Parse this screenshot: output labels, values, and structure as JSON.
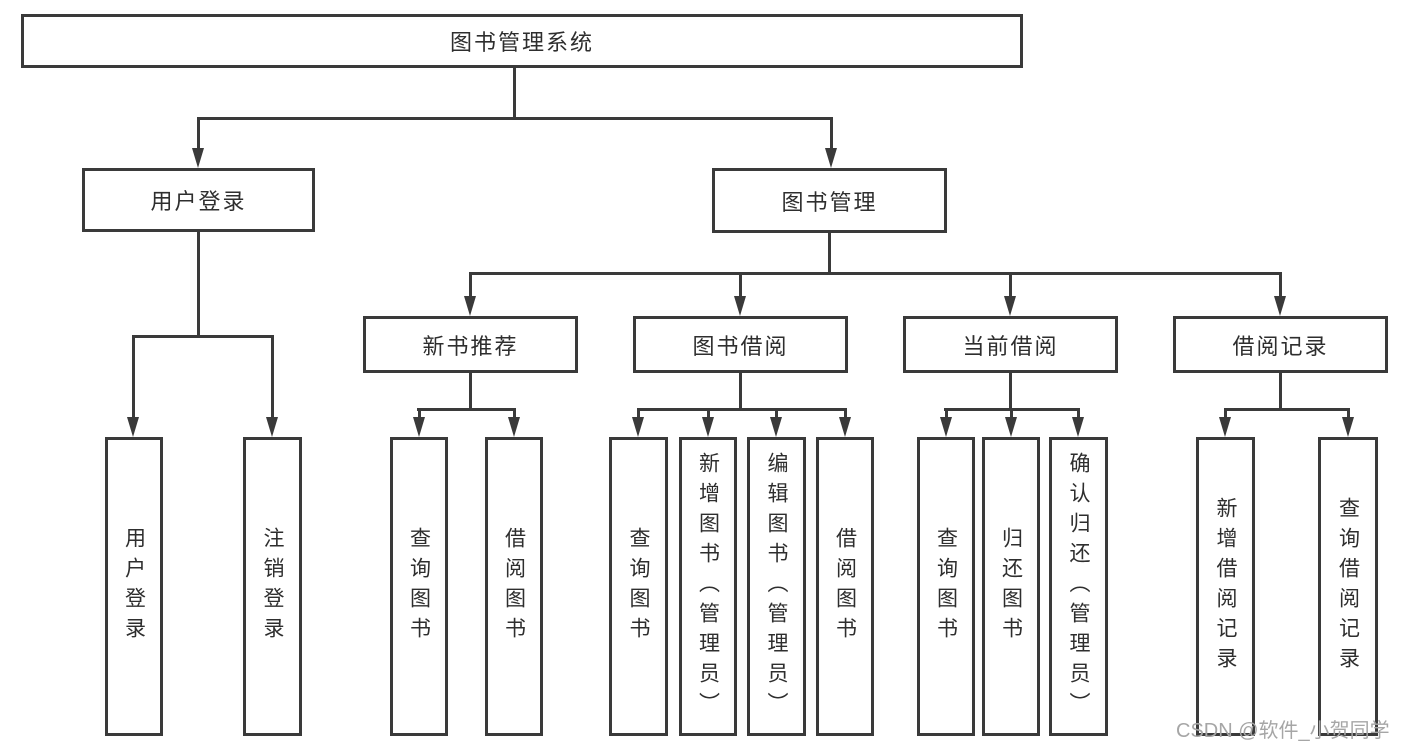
{
  "root": {
    "label": "图书管理系统"
  },
  "user_login": {
    "label": "用户登录",
    "children": [
      {
        "label": "用户登录"
      },
      {
        "label": "注销登录"
      }
    ]
  },
  "book_mgmt": {
    "label": "图书管理",
    "modules": [
      {
        "label": "新书推荐",
        "children": [
          {
            "label": "查询图书"
          },
          {
            "label": "借阅图书"
          }
        ]
      },
      {
        "label": "图书借阅",
        "children": [
          {
            "label": "查询图书"
          },
          {
            "label": "新增图书（管理员）"
          },
          {
            "label": "编辑图书（管理员）"
          },
          {
            "label": "借阅图书"
          }
        ]
      },
      {
        "label": "当前借阅",
        "children": [
          {
            "label": "查询图书"
          },
          {
            "label": "归还图书"
          },
          {
            "label": "确认归还（管理员）"
          }
        ]
      },
      {
        "label": "借阅记录",
        "children": [
          {
            "label": "新增借阅记录"
          },
          {
            "label": "查询借阅记录"
          }
        ]
      }
    ]
  },
  "watermark": {
    "text": "CSDN @软件_小贺同学"
  },
  "colors": {
    "line": "#3a3a3a",
    "box_border": "#3a3a3a",
    "box_fill": "#ffffff",
    "text": "#2e2e2e",
    "watermark": "#a6a6a6",
    "background": "#ffffff"
  }
}
